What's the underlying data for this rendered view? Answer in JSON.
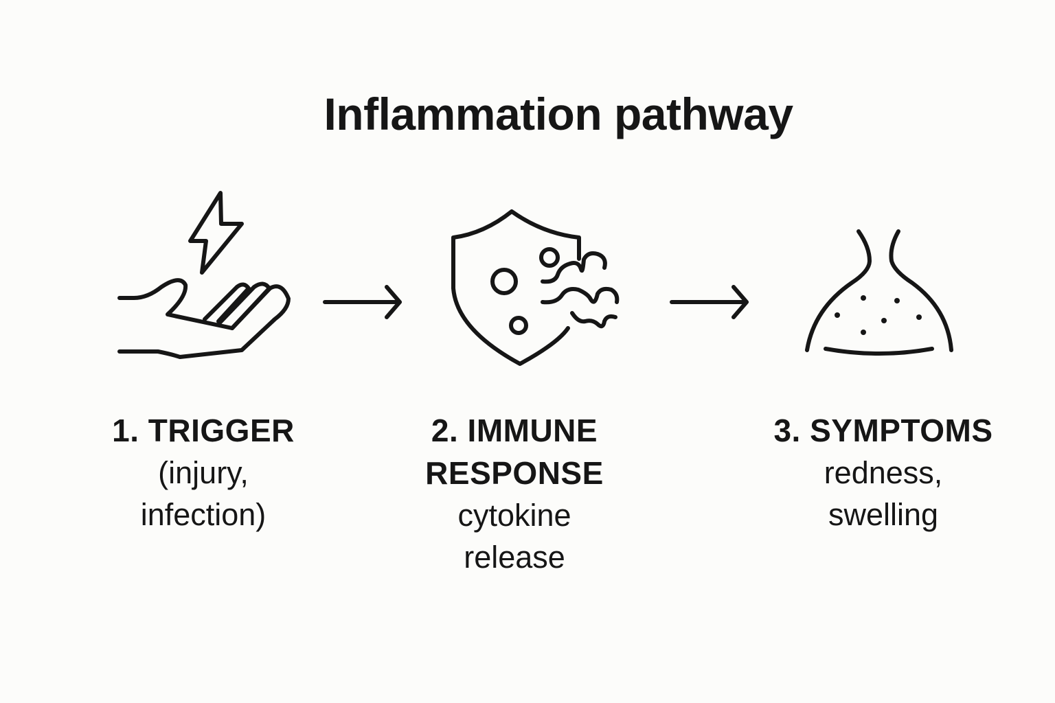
{
  "title": "Inflammation pathway",
  "steps": [
    {
      "heading": "1. TRIGGER",
      "lines": [
        "(injury,",
        "infection)"
      ],
      "icon": "hand-lightning-icon"
    },
    {
      "heading_lines": [
        "2. IMMUNE",
        "RESPONSE"
      ],
      "lines": [
        "cytokine",
        "release"
      ],
      "icon": "shield-cytokine-icon"
    },
    {
      "heading": "3. SYMPTOMS",
      "lines": [
        "redness,",
        "swelling"
      ],
      "icon": "swelling-icon"
    }
  ]
}
